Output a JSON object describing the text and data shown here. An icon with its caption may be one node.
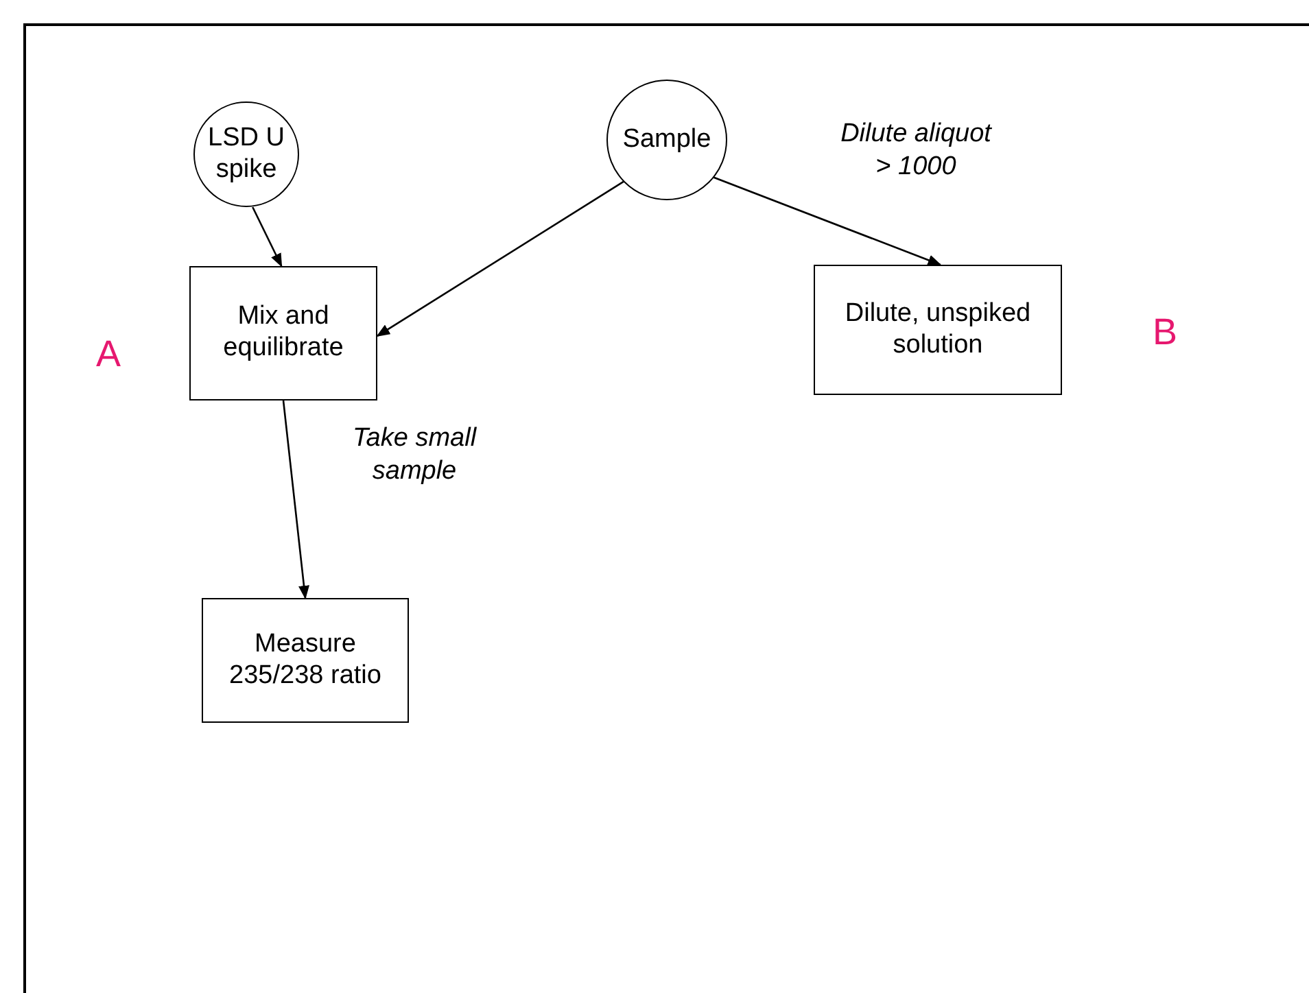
{
  "diagram": {
    "nodes": [
      {
        "text": [
          "LSD U spike"
        ]
      },
      {
        "text": [
          "Sample"
        ]
      },
      {
        "text": [
          "Mix and equilibrate"
        ]
      },
      {
        "text": [
          "Dilute, unspiked solution"
        ]
      },
      {
        "text": [
          "Measure 235/238 ratio"
        ]
      }
    ],
    "edges": [
      {
        "from": 0,
        "to": 2,
        "arrow": "to"
      },
      {
        "from": 1,
        "to": 2,
        "arrow": "to"
      },
      {
        "from": 1,
        "to": 3,
        "arrow": "to",
        "label": "Dilute aliquot > 1000"
      },
      {
        "from": 2,
        "to": 4,
        "arrow": "to",
        "label": "Take small sample"
      }
    ],
    "labels": [
      "A",
      "B"
    ]
  }
}
